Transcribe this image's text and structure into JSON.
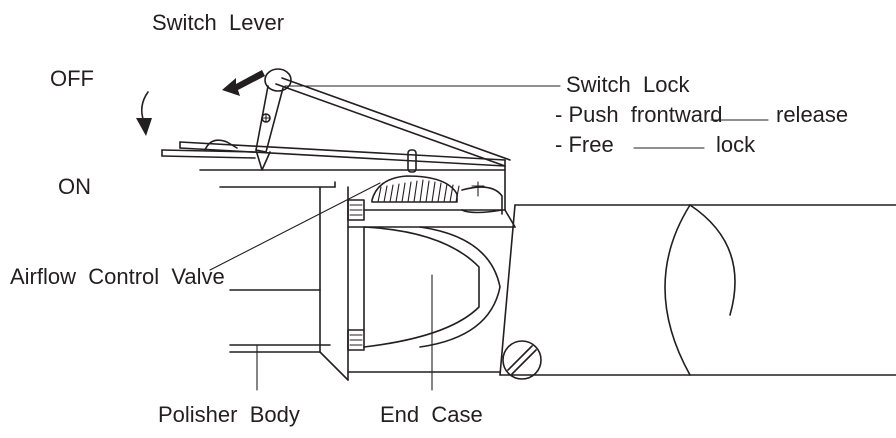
{
  "labels": {
    "switch_lever": "Switch  Lever",
    "off": "OFF",
    "on": "ON",
    "switch_lock": "Switch  Lock",
    "push_frontward": "- Push  frontward",
    "release": "release",
    "free": "- Free",
    "lock": "lock",
    "airflow_control_valve": "Airflow  Control  Valve",
    "polisher_body": "Polisher  Body",
    "end_case": "End  Case"
  },
  "colors": {
    "ink": "#231f20",
    "background": "#ffffff"
  }
}
